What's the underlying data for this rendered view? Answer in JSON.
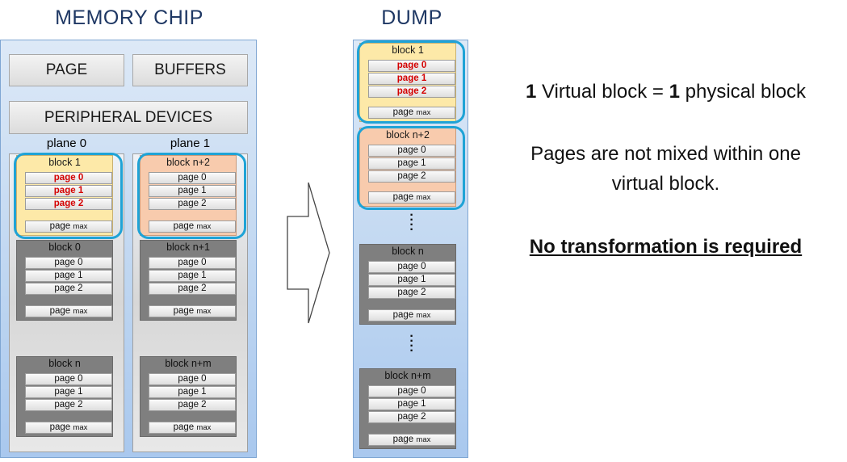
{
  "memory_chip": {
    "title": "MEMORY CHIP",
    "page_button": "PAGE",
    "buffers_button": "BUFFERS",
    "peripheral_button": "PERIPHERAL DEVICES",
    "plane0_label": "plane 0",
    "plane1_label": "plane 1",
    "plane0_blocks": [
      {
        "title": "block 1",
        "color": "yellow",
        "pages": [
          "page 0",
          "page 1",
          "page 2"
        ],
        "highlight": true,
        "max": "page",
        "max_suffix": "max"
      },
      {
        "title": "block 0",
        "color": "gray",
        "pages": [
          "page 0",
          "page 1",
          "page 2"
        ],
        "highlight": false,
        "max": "page",
        "max_suffix": "max"
      },
      {
        "title": "block n",
        "color": "gray",
        "pages": [
          "page 0",
          "page 1",
          "page 2"
        ],
        "highlight": false,
        "max": "page",
        "max_suffix": "max"
      }
    ],
    "plane1_blocks": [
      {
        "title": "block n+2",
        "color": "salmon",
        "pages": [
          "page 0",
          "page 1",
          "page 2"
        ],
        "highlight": false,
        "max": "page",
        "max_suffix": "max"
      },
      {
        "title": "block n+1",
        "color": "gray",
        "pages": [
          "page 0",
          "page 1",
          "page 2"
        ],
        "highlight": false,
        "max": "page",
        "max_suffix": "max"
      },
      {
        "title": "block n+m",
        "color": "gray",
        "pages": [
          "page 0",
          "page 1",
          "page 2"
        ],
        "highlight": false,
        "max": "page",
        "max_suffix": "max"
      }
    ]
  },
  "dump": {
    "title": "DUMP",
    "blocks": [
      {
        "title": "block 1",
        "color": "yellow",
        "pages": [
          "page 0",
          "page 1",
          "page 2"
        ],
        "highlight": true,
        "max": "page",
        "max_suffix": "max"
      },
      {
        "title": "block n+2",
        "color": "salmon",
        "pages": [
          "page 0",
          "page 1",
          "page 2"
        ],
        "highlight": false,
        "max": "page",
        "max_suffix": "max"
      },
      {
        "title": "block n",
        "color": "gray",
        "pages": [
          "page 0",
          "page 1",
          "page 2"
        ],
        "highlight": false,
        "max": "page",
        "max_suffix": "max"
      },
      {
        "title": "block n+m",
        "color": "gray",
        "pages": [
          "page 0",
          "page 1",
          "page 2"
        ],
        "highlight": false,
        "max": "page",
        "max_suffix": "max"
      }
    ]
  },
  "colors": {
    "yellow": "#fde9a8",
    "salmon": "#f8cbad",
    "gray": "#7f7f7f",
    "ring": "#1fa3d6",
    "highlight_text": "#d40000",
    "title": "#1f3864"
  },
  "notes": {
    "line1_num1": "1",
    "line1_mid": " Virtual block = ",
    "line1_num2": "1",
    "line1_end": " physical block",
    "line2a": "Pages are not mixed within one",
    "line2b": "virtual block.",
    "line3": "No transformation is required"
  }
}
